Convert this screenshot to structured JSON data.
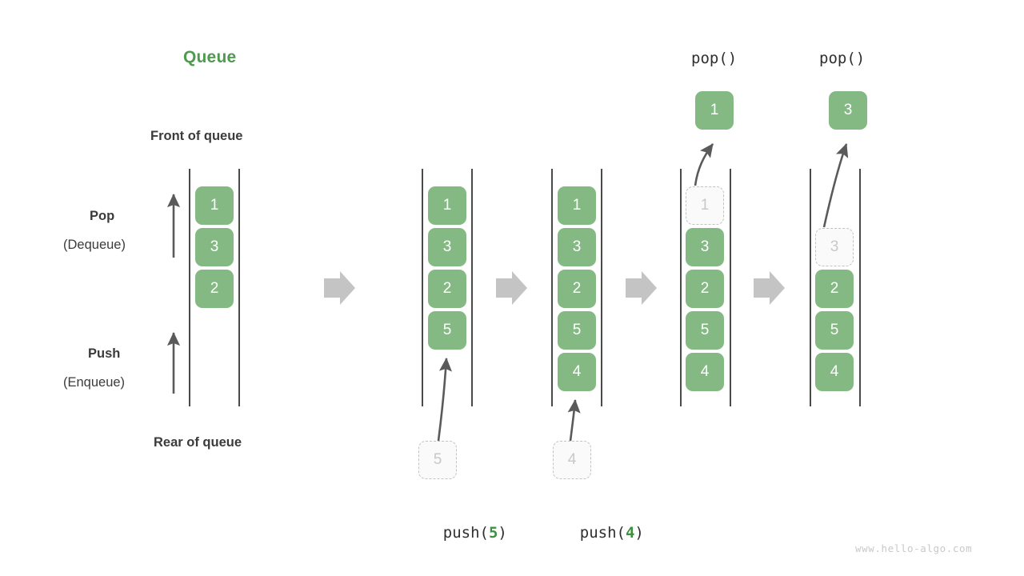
{
  "title": "Queue",
  "labels": {
    "front_of_queue": "Front of queue",
    "rear_of_queue": "Rear of queue",
    "pop": "Pop",
    "dequeue": "(Dequeue)",
    "push": "Push",
    "enqueue": "(Enqueue)"
  },
  "watermark": "www.hello-algo.com",
  "colors": {
    "accent_green": "#4e9a4e",
    "cell_green": "#84b984",
    "ghost_fill": "#fafafa",
    "ghost_border": "#c2c2c2",
    "arrow_gray": "#5a5a5a",
    "block_arrow_gray": "#c4c4c4",
    "rail_gray": "#4a4a4a",
    "text_dark": "#3b3b3b"
  },
  "chart_data": {
    "type": "diagram",
    "title": "Queue",
    "description": "Queue operations diagram showing push (enqueue) at rear and pop (dequeue) at front",
    "stages": [
      {
        "id": "initial",
        "caption": "",
        "op_label": "",
        "cells": [
          "1",
          "3",
          "2"
        ],
        "ghost_index": -1,
        "incoming": null,
        "popped": null
      },
      {
        "id": "push5",
        "caption": "push(5)",
        "caption_arg": "5",
        "op_label": "",
        "cells": [
          "1",
          "3",
          "2",
          "5"
        ],
        "ghost_index": -1,
        "incoming": "5",
        "popped": null
      },
      {
        "id": "push4",
        "caption": "push(4)",
        "caption_arg": "4",
        "op_label": "",
        "cells": [
          "1",
          "3",
          "2",
          "5",
          "4"
        ],
        "ghost_index": -1,
        "incoming": "4",
        "popped": null
      },
      {
        "id": "pop1",
        "caption": "",
        "op_label": "pop()",
        "cells": [
          "1",
          "3",
          "2",
          "5",
          "4"
        ],
        "ghost_index": 0,
        "incoming": null,
        "popped": "1"
      },
      {
        "id": "pop3",
        "caption": "",
        "op_label": "pop()",
        "cells": [
          "3",
          "2",
          "5",
          "4"
        ],
        "ghost_index": 0,
        "incoming": null,
        "popped": "3"
      }
    ],
    "legend": {
      "front": "Front of queue",
      "rear": "Rear of queue",
      "pop_side": "Pop (Dequeue)",
      "push_side": "Push (Enqueue)"
    }
  }
}
